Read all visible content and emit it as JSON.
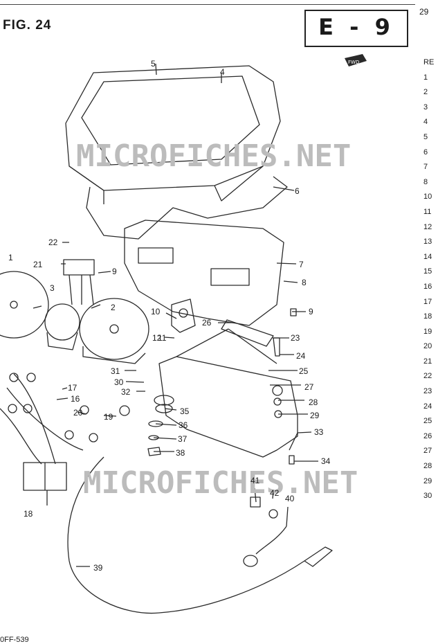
{
  "figure_label": "FIG. 24",
  "section_code": "E - 9",
  "page_number": "29",
  "fwd_marker": "FWD",
  "watermark": "MICROFICHES.NET",
  "footer_code": "0FF-539",
  "sidebar_header": "RE",
  "sidebar_items": [
    "1",
    "2",
    "3",
    "4",
    "5",
    "6",
    "7",
    "8",
    "10",
    "11",
    "12",
    "13",
    "14",
    "15",
    "16",
    "17",
    "18",
    "19",
    "20",
    "21",
    "22",
    "23",
    "24",
    "25",
    "26",
    "27",
    "28",
    "29",
    "30"
  ],
  "callouts": [
    "1",
    "2",
    "3",
    "4",
    "5",
    "6",
    "7",
    "8",
    "9",
    "9",
    "10",
    "11",
    "12",
    "16",
    "17",
    "18",
    "19",
    "20",
    "21",
    "22",
    "23",
    "24",
    "25",
    "26",
    "27",
    "28",
    "29",
    "31",
    "30",
    "32",
    "33",
    "34",
    "35",
    "36",
    "37",
    "38",
    "39",
    "40",
    "41",
    "42"
  ],
  "colors": {
    "line": "#2a2a2a",
    "watermark": "#bcbcbc"
  }
}
